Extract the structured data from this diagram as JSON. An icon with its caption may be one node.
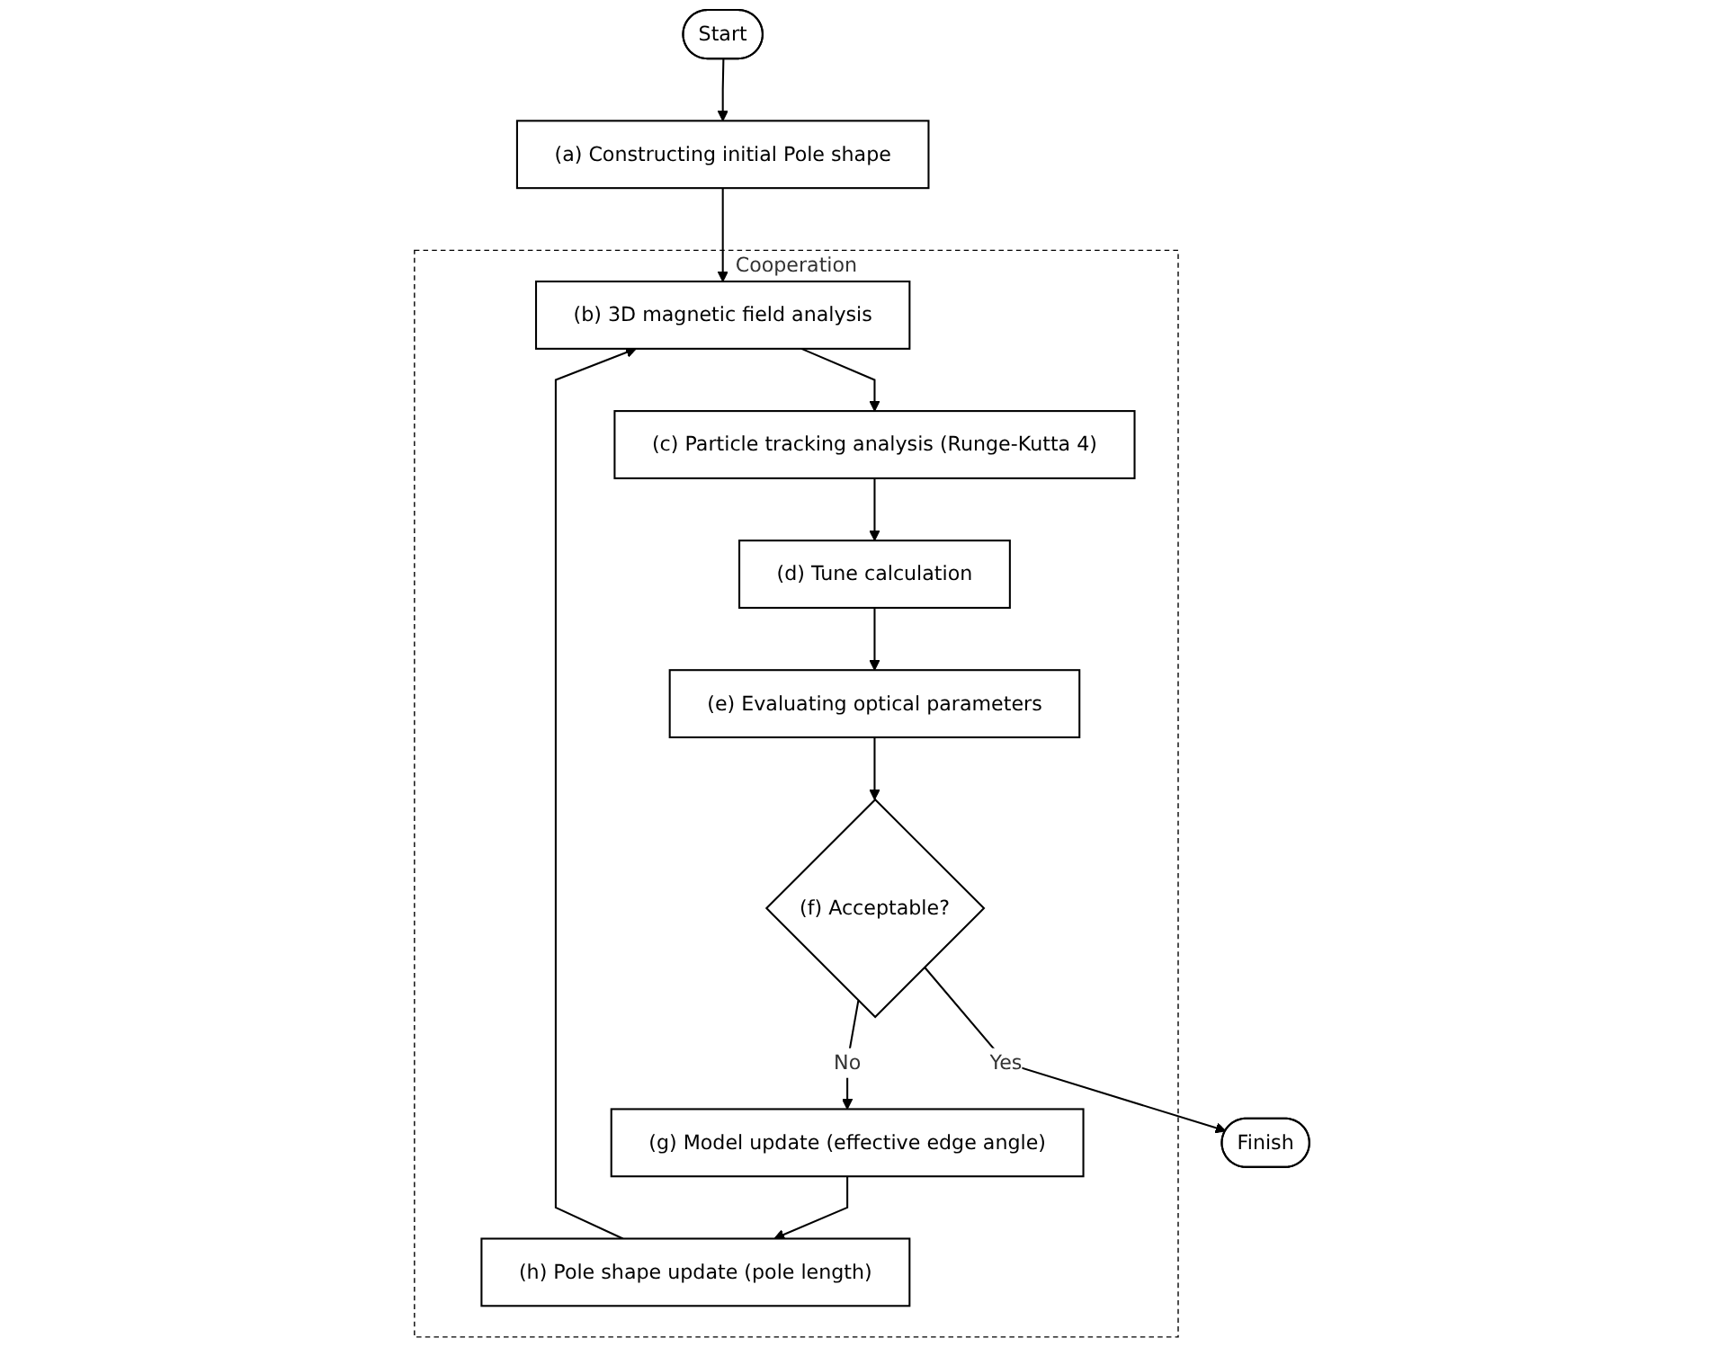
{
  "diagram": {
    "nodes": [
      {
        "text": [
          "Start"
        ]
      },
      {
        "text": [
          "(a) Constructing initial Pole shape"
        ]
      },
      {
        "text": [
          "Cooperation"
        ]
      },
      {
        "text": [
          "(b) 3D magnetic field analysis"
        ],
        "in": 2
      },
      {
        "text": [
          "(c) Particle tracking analysis (Runge-Kutta 4)"
        ],
        "in": 2
      },
      {
        "text": [
          "(d) Tune calculation"
        ],
        "in": 2
      },
      {
        "text": [
          "(e) Evaluating optical parameters"
        ],
        "in": 2
      },
      {
        "text": [
          "(f) Acceptable?"
        ],
        "in": 2
      },
      {
        "text": [
          "(g) Model update (effective edge angle)"
        ],
        "in": 2
      },
      {
        "text": [
          "(h) Pole shape update (pole length)"
        ],
        "in": 2
      },
      {
        "text": [
          "Finish"
        ]
      }
    ],
    "edges": [
      {
        "from": 0,
        "to": 1,
        "arrow": "to"
      },
      {
        "from": 1,
        "to": 3,
        "arrow": "to"
      },
      {
        "from": 3,
        "to": 4,
        "arrow": "to"
      },
      {
        "from": 4,
        "to": 5,
        "arrow": "to"
      },
      {
        "from": 5,
        "to": 6,
        "arrow": "to"
      },
      {
        "from": 6,
        "to": 7,
        "arrow": "to"
      },
      {
        "from": 7,
        "to": 8,
        "label": "No",
        "arrow": "to"
      },
      {
        "from": 8,
        "to": 9,
        "arrow": "to"
      },
      {
        "from": 9,
        "to": 3,
        "arrow": "to"
      },
      {
        "from": 7,
        "to": 10,
        "label": "Yes",
        "arrow": "to"
      }
    ]
  }
}
